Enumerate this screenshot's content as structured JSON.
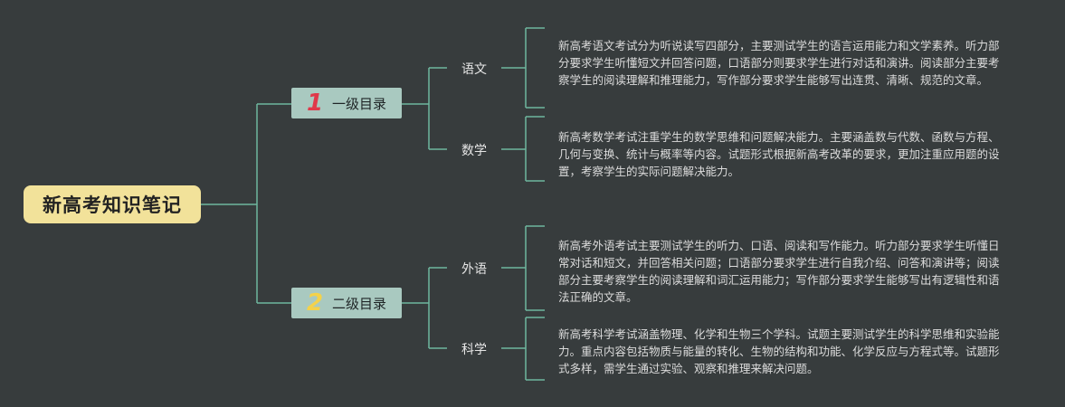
{
  "root": {
    "title": "新高考知识笔记"
  },
  "colors": {
    "background": "#373c3d",
    "connector": "#6fb79e",
    "root_fill": "#f2e29a",
    "level1_fill": "#a9c9c0",
    "badge_1": "#e0384a",
    "badge_2": "#f4d24a"
  },
  "level1": [
    {
      "number": "1",
      "label": "一级目录",
      "children": [
        {
          "label": "语文",
          "note": "新高考语文考试分为听说读写四部分，主要测试学生的语言运用能力和文学素养。听力部分要求学生听懂短文并回答问题，口语部分则要求学生进行对话和演讲。阅读部分主要考察学生的阅读理解和推理能力，写作部分要求学生能够写出连贯、清晰、规范的文章。"
        },
        {
          "label": "数学",
          "note": "新高考数学考试注重学生的数学思维和问题解决能力。主要涵盖数与代数、函数与方程、几何与变换、统计与概率等内容。试题形式根据新高考改革的要求，更加注重应用题的设置，考察学生的实际问题解决能力。"
        }
      ]
    },
    {
      "number": "2",
      "label": "二级目录",
      "children": [
        {
          "label": "外语",
          "note": "新高考外语考试主要测试学生的听力、口语、阅读和写作能力。听力部分要求学生听懂日常对话和短文，并回答相关问题；口语部分要求学生进行自我介绍、问答和演讲等；阅读部分主要考察学生的阅读理解和词汇运用能力；写作部分要求学生能够写出有逻辑性和语法正确的文章。"
        },
        {
          "label": "科学",
          "note": "新高考科学考试涵盖物理、化学和生物三个学科。试题主要测试学生的科学思维和实验能力。重点内容包括物质与能量的转化、生物的结构和功能、化学反应与方程式等。试题形式多样，需学生通过实验、观察和推理来解决问题。"
        }
      ]
    }
  ]
}
